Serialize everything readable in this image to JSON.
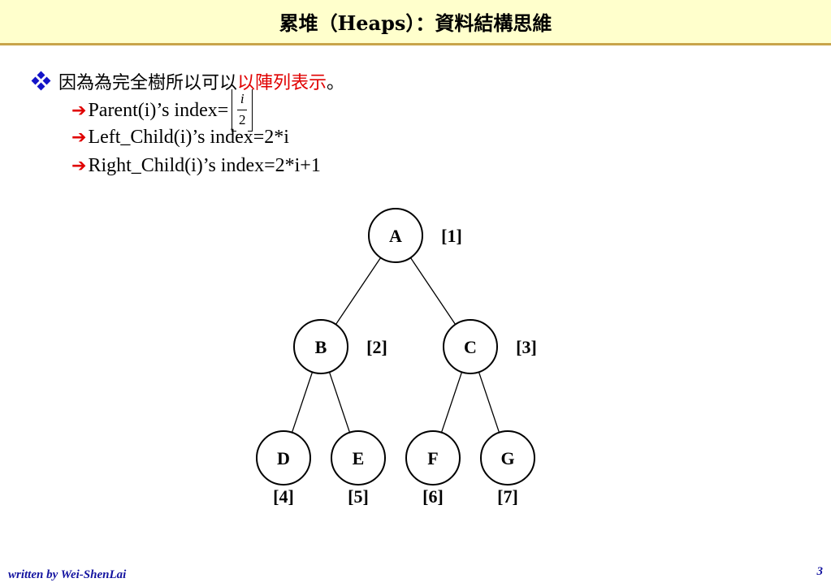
{
  "slide": {
    "title": "累堆（Heaps）：資料結構思維",
    "bullet": {
      "text_main": "因為為完全樹所以可以",
      "text_highlight": "以陣列表示",
      "text_end": "。"
    },
    "lines": [
      {
        "icon": "right-arrow-icon",
        "text": "Parent(i)’s index=",
        "floor_numerator": "i",
        "floor_denominator": "2"
      },
      {
        "icon": "right-arrow-icon",
        "text": "Left_Child(i)’s index=2*i"
      },
      {
        "icon": "right-arrow-icon",
        "text": "Right_Child(i)’s index=2*i+1"
      }
    ],
    "tree": {
      "nodes": [
        {
          "label": "A",
          "index": "[1]"
        },
        {
          "label": "B",
          "index": "[2]"
        },
        {
          "label": "C",
          "index": "[3]"
        },
        {
          "label": "D",
          "index": "[4]"
        },
        {
          "label": "E",
          "index": "[5]"
        },
        {
          "label": "F",
          "index": "[6]"
        },
        {
          "label": "G",
          "index": "[7]"
        }
      ]
    },
    "footer": {
      "author": "written by Wei-ShenLai",
      "page_number": "3"
    }
  }
}
